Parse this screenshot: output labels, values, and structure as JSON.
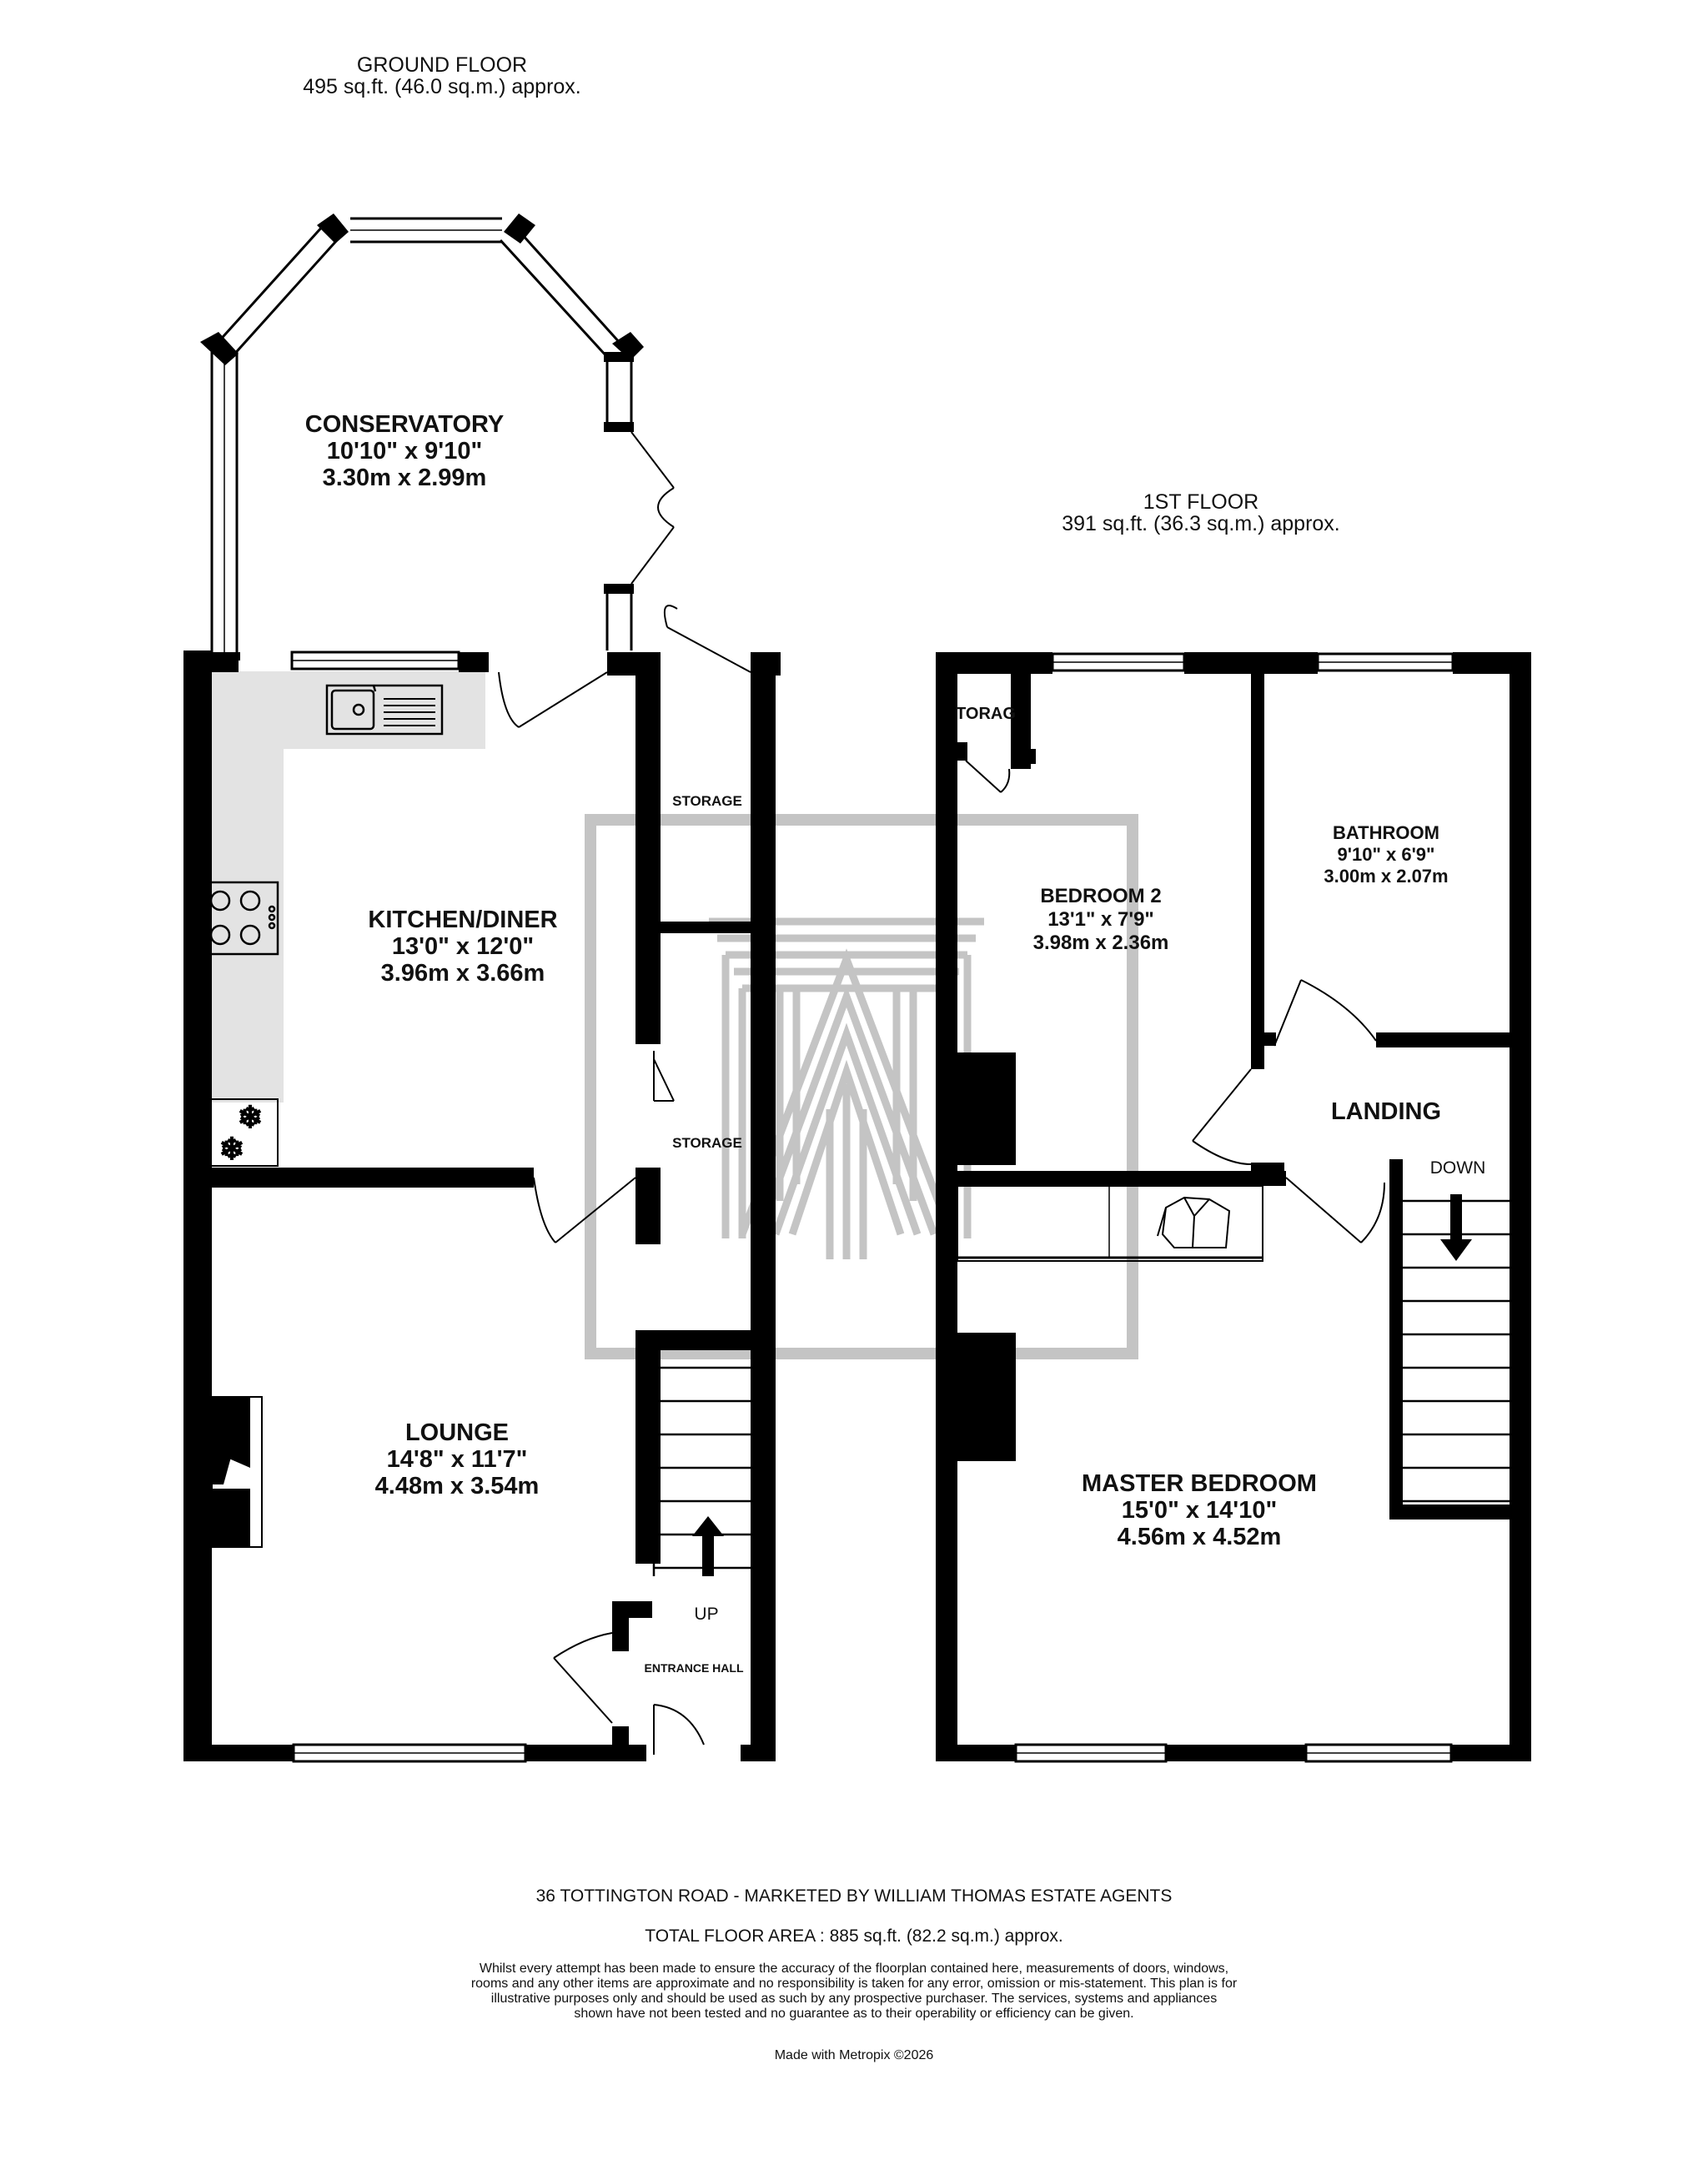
{
  "ground_floor": {
    "title": "GROUND FLOOR",
    "area": "495 sq.ft. (46.0 sq.m.) approx.",
    "rooms": {
      "conservatory": {
        "name": "CONSERVATORY",
        "imperial": "10'10\"  x 9'10\"",
        "metric": "3.30m  x 2.99m"
      },
      "kitchen": {
        "name": "KITCHEN/DINER",
        "imperial": "13'0\"  x 12'0\"",
        "metric": "3.96m  x 3.66m"
      },
      "lounge": {
        "name": "LOUNGE",
        "imperial": "14'8\"  x 11'7\"",
        "metric": "4.48m  x 3.54m"
      },
      "storage_upper": {
        "name": "STORAGE"
      },
      "storage_lower": {
        "name": "STORAGE"
      },
      "entrance_hall": {
        "name": "ENTRANCE HALL"
      }
    },
    "stairs_label": "UP"
  },
  "first_floor": {
    "title": "1ST FLOOR",
    "area": "391 sq.ft. (36.3 sq.m.) approx.",
    "rooms": {
      "bedroom2": {
        "name": "BEDROOM 2",
        "imperial": "13'1\"  x 7'9\"",
        "metric": "3.98m  x 2.36m"
      },
      "bathroom": {
        "name": "BATHROOM",
        "imperial": "9'10\"  x 6'9\"",
        "metric": "3.00m  x 2.07m"
      },
      "landing": {
        "name": "LANDING"
      },
      "master": {
        "name": "MASTER BEDROOM",
        "imperial": "15'0\"  x 14'10\"",
        "metric": "4.56m  x 4.52m"
      },
      "storage": {
        "name": "TORAG"
      }
    },
    "stairs_label": "DOWN"
  },
  "footer": {
    "address": "36 TOTTINGTON ROAD - MARKETED BY WILLIAM THOMAS ESTATE AGENTS",
    "total_area": "TOTAL FLOOR AREA : 885 sq.ft. (82.2 sq.m.) approx.",
    "disclaimer": "Whilst every attempt has been made to ensure the accuracy of the floorplan contained here, measurements of doors, windows, rooms and any other items are approximate and no responsibility is taken for any error, omission or mis-statement. This plan is for illustrative purposes only and should be used as such by any prospective purchaser. The services, systems and appliances shown have not been tested and no guarantee as to their operability or efficiency can be given.",
    "made_with": "Made with Metropix ©2026"
  },
  "colors": {
    "wall": "#000000",
    "worktop": "#e3e3e3",
    "watermark": "#c4c4c4"
  }
}
